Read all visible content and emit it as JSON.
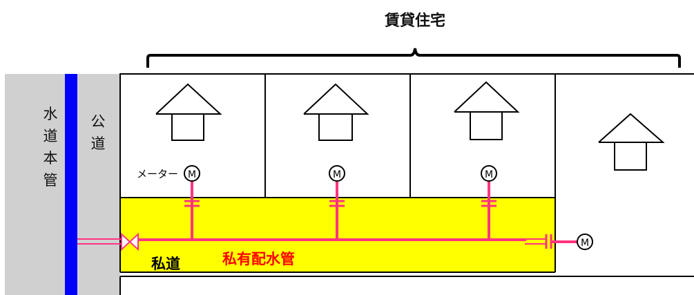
{
  "title": "賃貸住宅",
  "labels": {
    "water_main": "水道本管",
    "public_road": "公道",
    "meter": "メーター",
    "meter_symbol": "M",
    "private_road": "私道",
    "private_pipe": "私有配水管"
  },
  "colors": {
    "public_road": "#d0d0d0",
    "water_main": "#0000ff",
    "private_road": "#ffff00",
    "pipe": "#ff3380",
    "pipe_label": "#ff0000"
  },
  "icons": [
    "house-icon",
    "meter-icon",
    "valve-icon",
    "brace-icon"
  ]
}
